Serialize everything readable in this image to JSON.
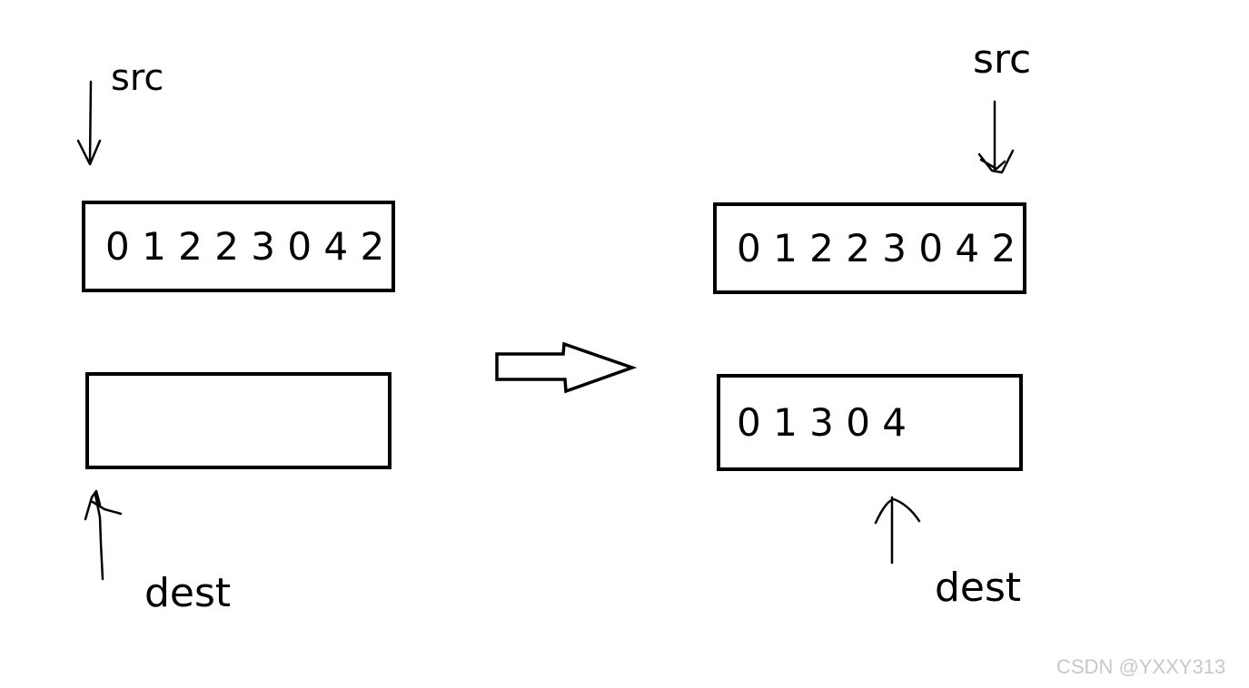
{
  "left": {
    "src_label": "src",
    "dest_label": "dest",
    "src_sequence": "0 1 2 2 3 0 4 2",
    "dest_sequence": ""
  },
  "right": {
    "src_label": "src",
    "dest_label": "dest",
    "src_sequence": "0 1 2 2 3 0 4 2",
    "dest_sequence": "0 1 3 0 4"
  },
  "watermark": "CSDN @YXXY313"
}
